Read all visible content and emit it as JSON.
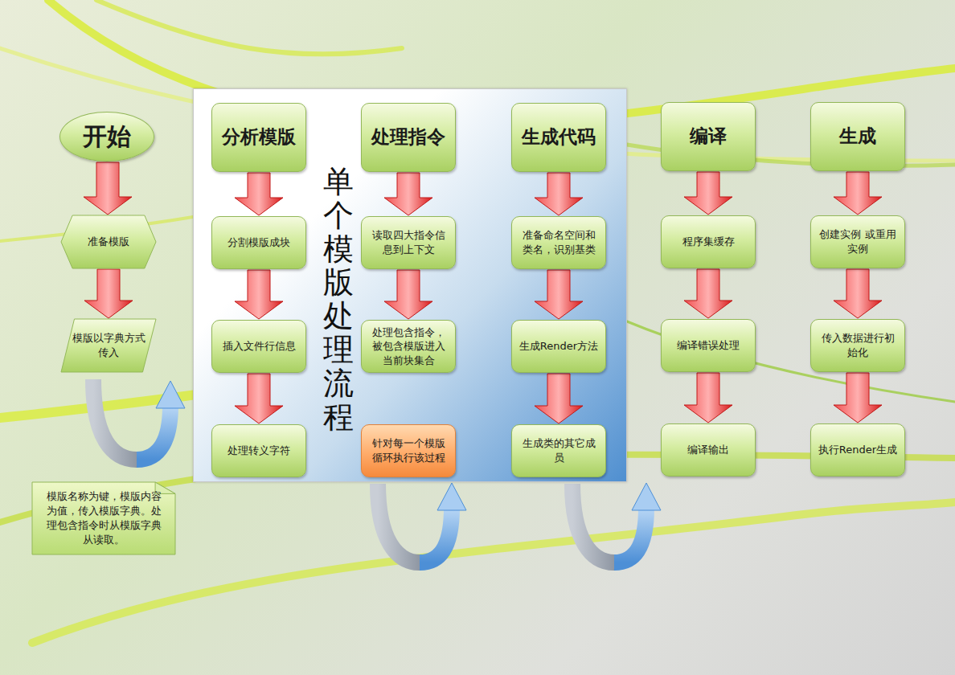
{
  "diagram": {
    "nodes": [
      {
        "text": [
          "开始"
        ]
      },
      {
        "text": [
          "准备模版"
        ]
      },
      {
        "text": [
          "模版以字典方式传入"
        ]
      },
      {
        "text": [
          "单个模版处理流程"
        ]
      },
      {
        "text": [
          "分析模版"
        ],
        "in": 3
      },
      {
        "text": [
          "分割模版成块"
        ],
        "in": 3
      },
      {
        "text": [
          "插入文件行信息"
        ],
        "in": 3
      },
      {
        "text": [
          "处理转义字符"
        ],
        "in": 3
      },
      {
        "text": [
          "处理指令"
        ],
        "in": 3
      },
      {
        "text": [
          "读取四大指令信息到上下文"
        ],
        "in": 3
      },
      {
        "text": [
          "处理包含指令，被包含模版进入当前块集合"
        ],
        "in": 3
      },
      {
        "text": [
          "针对每一个模版循环执行该过程"
        ],
        "in": 3
      },
      {
        "text": [
          "生成代码"
        ],
        "in": 3
      },
      {
        "text": [
          "准备命名空间和类名，识别基类"
        ],
        "in": 3
      },
      {
        "text": [
          "生成Render方法"
        ],
        "in": 3
      },
      {
        "text": [
          "生成类的其它成员"
        ],
        "in": 3
      },
      {
        "text": [
          "编译"
        ]
      },
      {
        "text": [
          "程序集缓存"
        ]
      },
      {
        "text": [
          "编译错误处理"
        ]
      },
      {
        "text": [
          "编译输出"
        ]
      },
      {
        "text": [
          "生成"
        ]
      },
      {
        "text": [
          "创建实例 或重用实例"
        ]
      },
      {
        "text": [
          "传入数据进行初始化"
        ]
      },
      {
        "text": [
          "执行Render生成"
        ]
      },
      {
        "text": [
          "模版名称为键，模版内容为值，传入模版字典。处理包含指令时从模版字典从读取。"
        ]
      }
    ],
    "edges": [
      {
        "from": 0,
        "to": 1,
        "arrow": "to"
      },
      {
        "from": 1,
        "to": 2,
        "arrow": "to"
      },
      {
        "from": 4,
        "to": 5,
        "arrow": "to"
      },
      {
        "from": 5,
        "to": 6,
        "arrow": "to"
      },
      {
        "from": 6,
        "to": 7,
        "arrow": "to"
      },
      {
        "from": 8,
        "to": 9,
        "arrow": "to"
      },
      {
        "from": 9,
        "to": 10,
        "arrow": "to"
      },
      {
        "from": 12,
        "to": 13,
        "arrow": "to"
      },
      {
        "from": 13,
        "to": 14,
        "arrow": "to"
      },
      {
        "from": 14,
        "to": 15,
        "arrow": "to"
      },
      {
        "from": 16,
        "to": 17,
        "arrow": "to"
      },
      {
        "from": 17,
        "to": 18,
        "arrow": "to"
      },
      {
        "from": 18,
        "to": 19,
        "arrow": "to"
      },
      {
        "from": 20,
        "to": 21,
        "arrow": "to"
      },
      {
        "from": 21,
        "to": 22,
        "arrow": "to"
      },
      {
        "from": 22,
        "to": 23,
        "arrow": "to"
      }
    ]
  }
}
